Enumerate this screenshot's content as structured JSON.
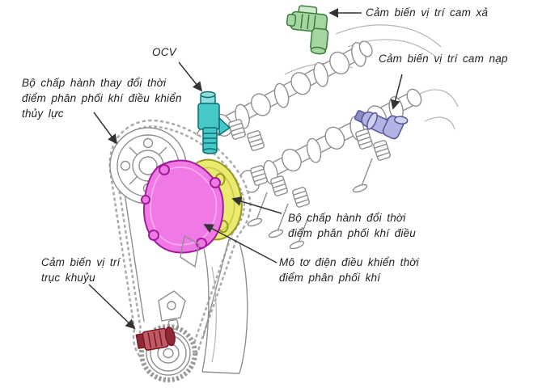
{
  "diagram": {
    "labels": {
      "exhaust_cam_sensor": {
        "text": "Cảm biến vị trí cam xả"
      },
      "intake_cam_sensor": {
        "text": "Cảm biến vị trí cam nạp"
      },
      "ocv": {
        "text": "OCV"
      },
      "hydraulic_vvt_actuator": {
        "text": "Bộ chấp hành thay đổi thời\nđiểm phân phối khí điều khiển\nthủy lực"
      },
      "electric_vvt_actuator": {
        "text": "Bộ chấp hành đổi thời\nđiểm phân phối khí điều"
      },
      "vvt_electric_motor": {
        "text": "Mô tơ điện điều khiển thời\nđiểm phân phối khí"
      },
      "crankshaft_sensor": {
        "text": "Cảm biến vị trí\ntrục khuỷu"
      }
    },
    "colors": {
      "exhaust_cam_sensor": "#a5d6a2",
      "exhaust_cam_sensor_light": "#cdeccb",
      "intake_cam_sensor": "#b3b3e3",
      "intake_cam_sensor_light": "#d2d2ef",
      "ocv_valve": "#46c8c8",
      "ocv_valve_light": "#8fdede",
      "motor_cover": "#ef7ae5",
      "vvt_gear": "#eaea6e",
      "crankshaft_sensor": "#c05a66",
      "crankshaft_sensor_dark": "#8e2a38",
      "line_art": "#8f8f8f",
      "leader_line": "#333333",
      "label_text": "#222222"
    }
  }
}
